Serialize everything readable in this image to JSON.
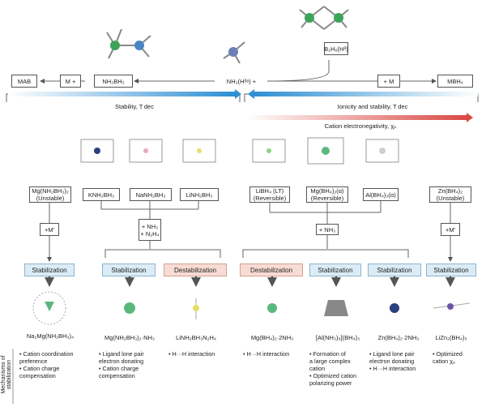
{
  "top": {
    "b2h6": "B₂H₆(Hᵟ)",
    "mab": "MAB",
    "m_plus_left": "M +",
    "nh3bh3": "NH₃BH₃",
    "nh3": "NH₃(Hᵟᵃ) +",
    "m_plus_right": "+ M",
    "mbh4": "MBH₄",
    "stability_label": "Stability, T dec",
    "ionicity_label": "Ionicity and stability, T dec",
    "electroneg_label": "Cation electronegativity, χₚ"
  },
  "compounds": {
    "mg_nh2bh3": [
      "Mg(NH₂BH₃)₂",
      "(Unstable)"
    ],
    "knh2bh3": "KNH₂BH₃",
    "nanh2bh3": "NaNH₂BH₃",
    "linh2bh3": "LiNH₂BH₃",
    "libh4": [
      "LiBH₄ (LT)",
      "(Reversible)"
    ],
    "mgbh4": [
      "Mg(BH₄)₂(α)",
      "(Reversible)"
    ],
    "albh4": "Al(BH₄)₃(α)",
    "znbh4": [
      "Zn(BH₄)₂",
      "(Unstable)"
    ]
  },
  "additions": {
    "m_left": "+M′",
    "nh3_n2h4": [
      "+ NH₃",
      "+ N₂H₄"
    ],
    "nh3_mid": "+ NH₃",
    "m_right": "+M′"
  },
  "pills": [
    "Stabilization",
    "Stabilization",
    "Destabilization",
    "Destabilization",
    "Stabilization",
    "Stabilization",
    "Stabilization"
  ],
  "products": [
    "Na₂Mg(NH₂BH₃)₄",
    "Mg(NH₂BH₃)₂·NH₃",
    "LiNH₂BH₃N₂H₄",
    "Mg(BH₄)₂·2NH₃",
    "[Al(NH₃)₆](BH₄)₃",
    "Zn(BH₄)₂·2NH₃",
    "LiZn₂(BH₄)₅"
  ],
  "mechanisms_label": "Mechanisms of stabilization",
  "mechanisms": [
    [
      "• Cation coordination",
      "  preference",
      "• Cation charge",
      "  compensation"
    ],
    [
      "• Ligand lone pair",
      "  electron donating",
      "• Cation charge",
      "  compensation"
    ],
    [
      "• H···H interaction"
    ],
    [
      "• H···H interaction"
    ],
    [
      "• Formation of",
      "  a large complex",
      "  cation",
      "• Optimized cation",
      "  polarizing power"
    ],
    [
      "• Ligand lone pair",
      "  electron donating",
      "• H···H interaction"
    ],
    [
      "• Optimized",
      "  cation χₚ"
    ]
  ],
  "colors": {
    "stab_fill": "#dcecf6",
    "destab_fill": "#f7dcd4",
    "blue_arrow": "#2f8fd3",
    "red_arrow": "#d94a45"
  }
}
